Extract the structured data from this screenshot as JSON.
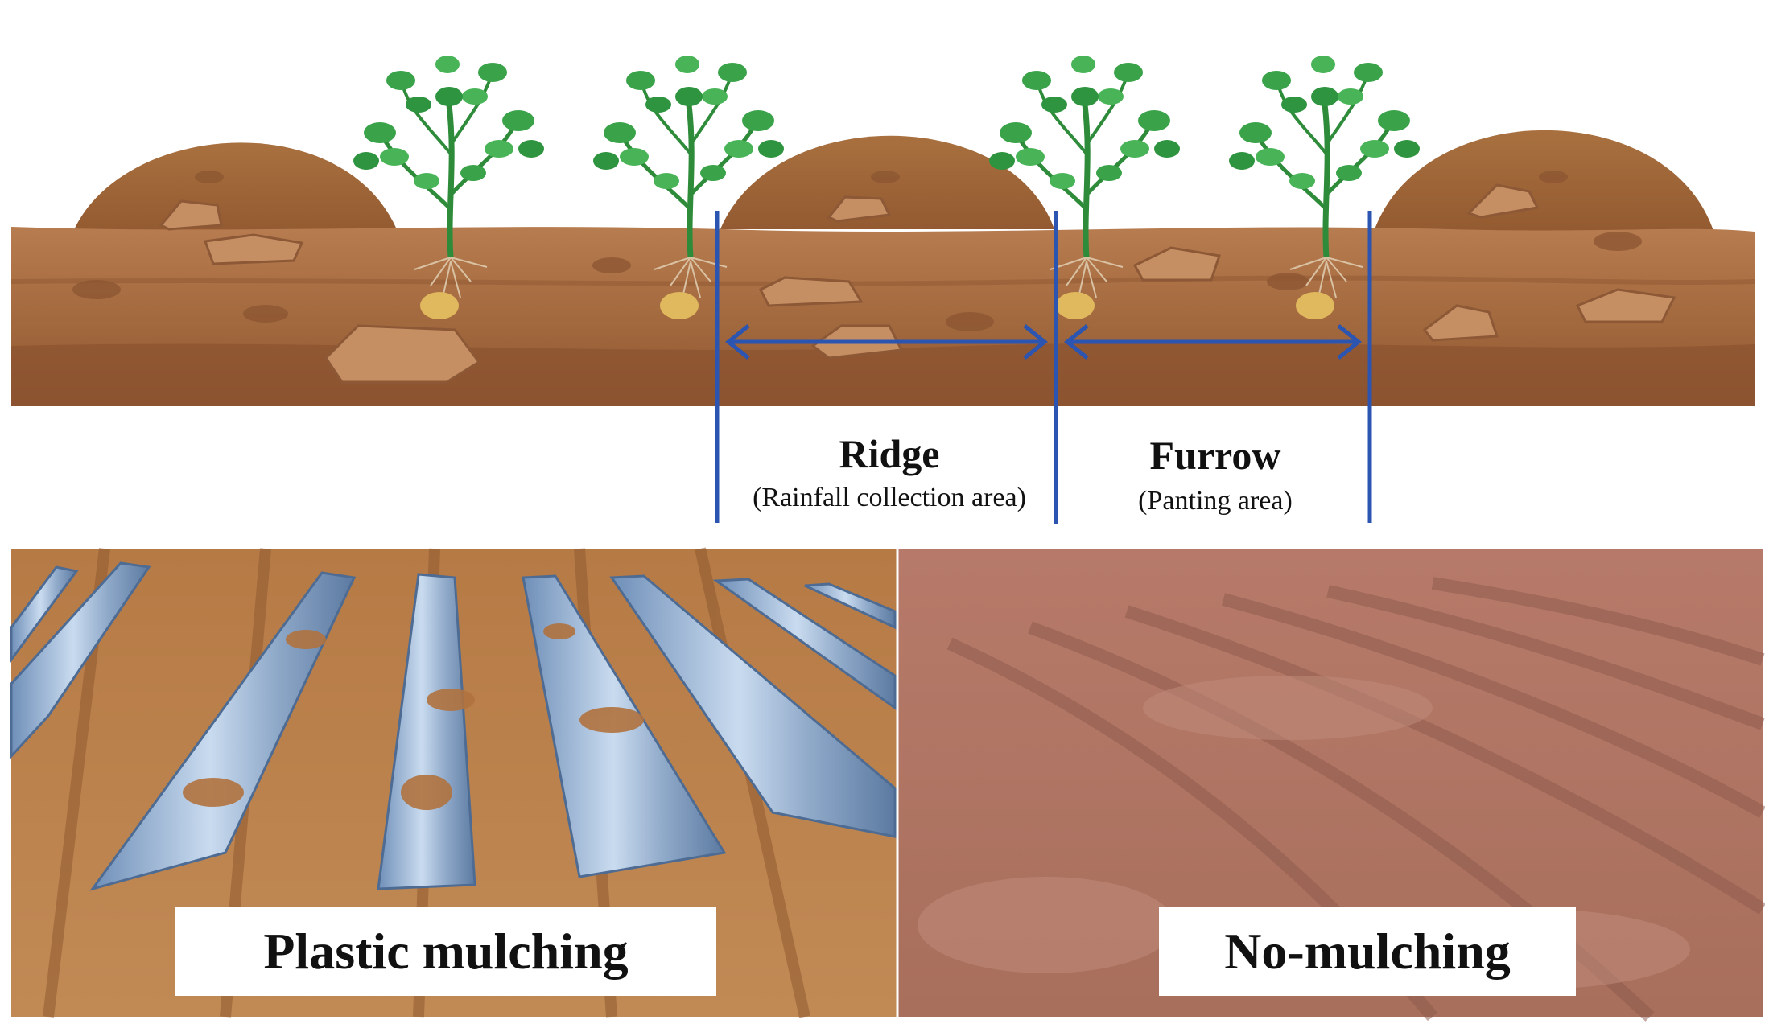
{
  "diagram": {
    "ridge": {
      "title": "Ridge",
      "subtitle": "(Rainfall collection area)"
    },
    "furrow": {
      "title": "Furrow",
      "subtitle": "(Panting area)"
    },
    "colors": {
      "soil_light": "#b47a4c",
      "soil_mid": "#9c6238",
      "soil_dark": "#8a5230",
      "marker_blue": "#2b55b0",
      "leaf_green": "#3aa34a"
    }
  },
  "photos": {
    "left_label": "Plastic mulching",
    "right_label": "No-mulching"
  }
}
